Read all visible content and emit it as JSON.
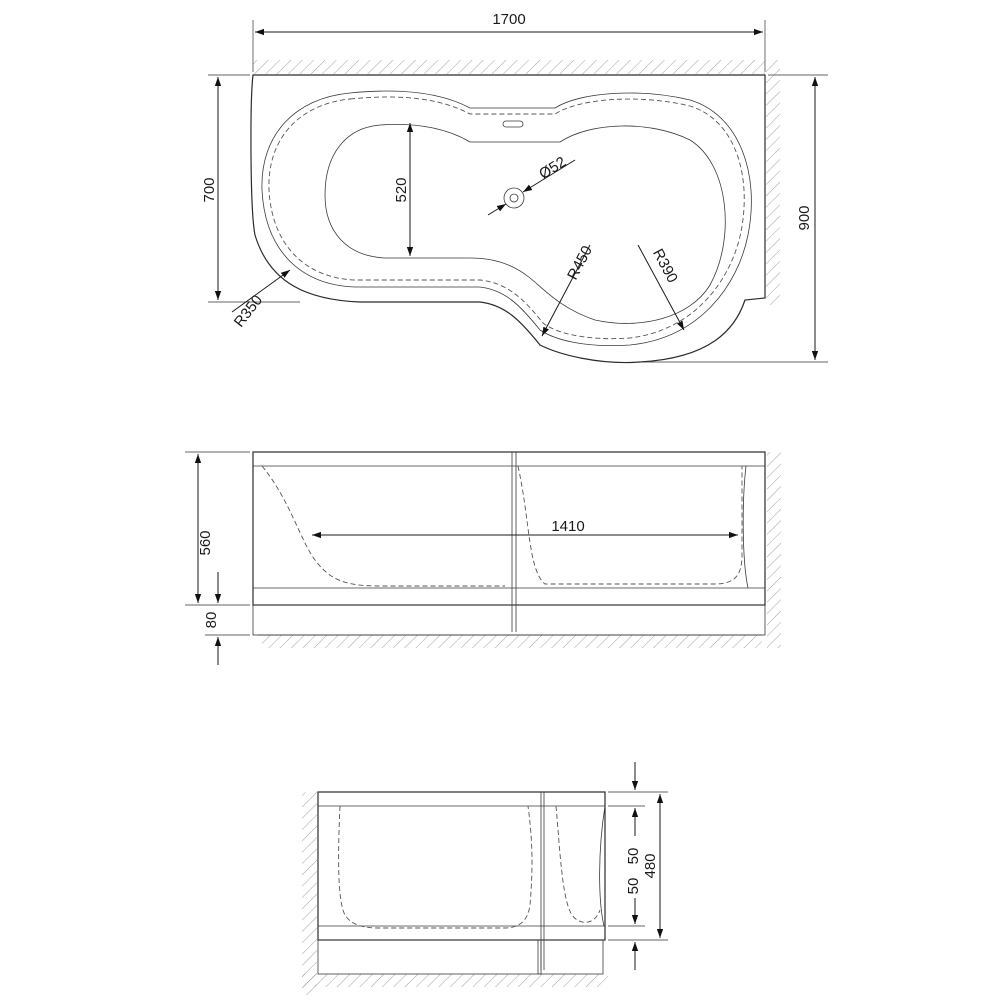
{
  "top_view": {
    "dimensions": {
      "overall_length": "1700",
      "left_depth": "700",
      "right_depth": "900",
      "inner_depth": "520",
      "drain_diameter": "Ø52",
      "left_radius": "R350",
      "outer_radius": "R450",
      "inner_radius": "R390"
    }
  },
  "front_view": {
    "dimensions": {
      "bath_height": "560",
      "base_height": "80",
      "inner_length": "1410"
    }
  },
  "side_view": {
    "dimensions": {
      "top_step": "50",
      "lower_step": "50",
      "total_height": "480"
    }
  }
}
